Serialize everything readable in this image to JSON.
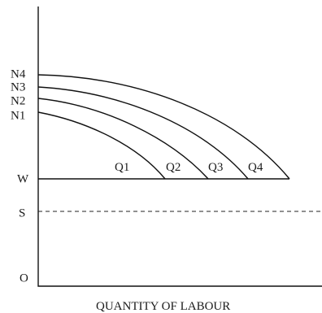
{
  "diagram": {
    "origin_label": "O",
    "x_axis_label": "QUANTITY OF LABOUR",
    "wage_label": "W",
    "subsistence_label": "S",
    "curves": [
      {
        "start_label": "N1",
        "end_label": "Q1"
      },
      {
        "start_label": "N2",
        "end_label": "Q2"
      },
      {
        "start_label": "N3",
        "end_label": "Q3"
      },
      {
        "start_label": "N4",
        "end_label": "Q4"
      }
    ]
  }
}
